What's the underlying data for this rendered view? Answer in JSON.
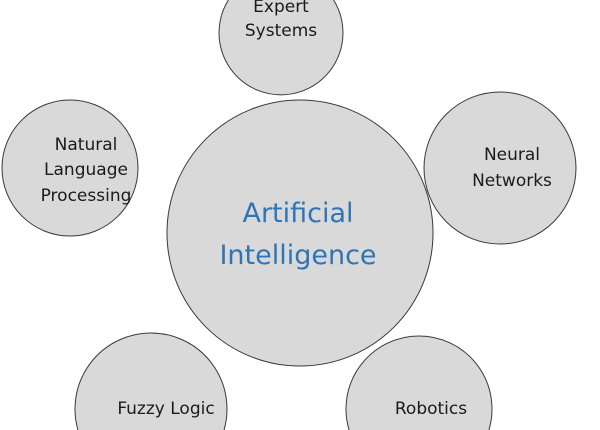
{
  "center": {
    "lines": [
      "Artificial",
      "Intelligence"
    ],
    "color": "#2e75b6"
  },
  "nodes": [
    {
      "id": "expert-systems",
      "lines": [
        "Expert",
        "Systems"
      ]
    },
    {
      "id": "natural-language-processing",
      "lines": [
        "Natural",
        "Language",
        "Processing"
      ]
    },
    {
      "id": "neural-networks",
      "lines": [
        "Neural",
        "Networks"
      ]
    },
    {
      "id": "fuzzy-logic",
      "lines": [
        "Fuzzy Logic"
      ]
    },
    {
      "id": "robotics",
      "lines": [
        "Robotics"
      ]
    }
  ],
  "colors": {
    "fill": "#d9d9d9",
    "stroke": "#3a3a3a",
    "text": "#1a1a1a"
  }
}
